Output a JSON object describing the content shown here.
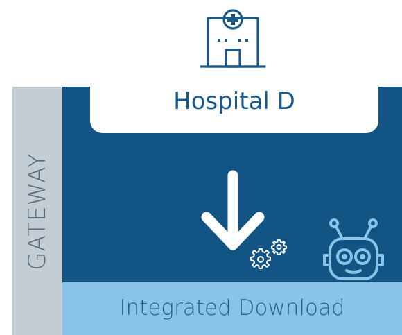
{
  "gateway": {
    "label": "GATEWAY"
  },
  "hospital": {
    "label": "Hospital D"
  },
  "footer": {
    "label": "Integrated Download"
  },
  "icons": {
    "hospital": "hospital-building-icon",
    "arrow": "download-arrow-icon",
    "gears": "gears-icon",
    "robot": "robot-icon"
  },
  "colors": {
    "panel": "#125585",
    "gateway_band": "#c3cdd3",
    "footer_band": "#8ac3e8",
    "text_dark_blue": "#1a5a8a",
    "icon_white": "#ffffff"
  }
}
